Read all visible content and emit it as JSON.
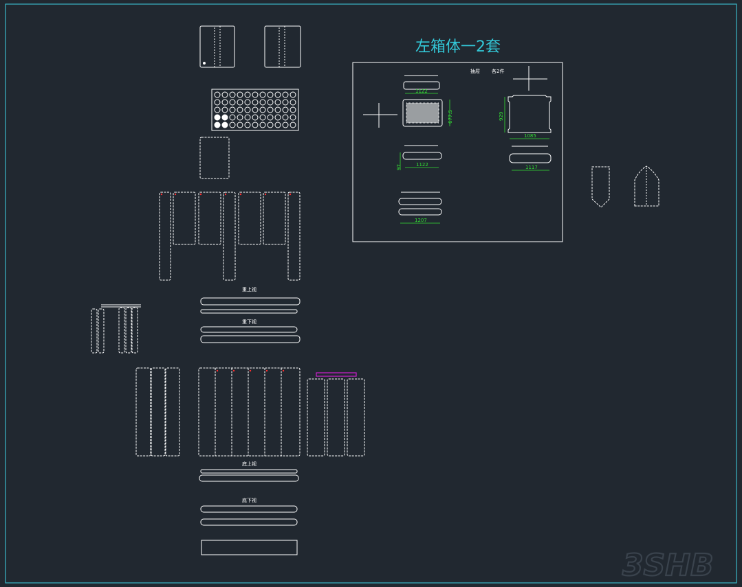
{
  "drawing": {
    "title": "左箱体一2套",
    "box_labels": {
      "left": "抽屉",
      "right": "各2件"
    },
    "dimensions": {
      "top_panel": "1122",
      "plate_height": "677.5",
      "mid_panel": "1122",
      "mid_panel_side": "97",
      "bottom_panel": "1207",
      "right_block_height": "929",
      "right_block_width": "1085",
      "right_bottom_panel": "1117"
    },
    "section_labels": {
      "upper_top": "重上视",
      "upper_bottom": "重下视",
      "lower_top": "底上视",
      "lower_bottom": "底下视"
    }
  },
  "watermark": "3SHB",
  "colors": {
    "background": "#212830",
    "line": "#ffffff",
    "dimension": "#33e033",
    "title": "#33c8d8",
    "highlight": "#d020d0",
    "frame": "#3ab8c8",
    "marker": "#ff3030"
  }
}
